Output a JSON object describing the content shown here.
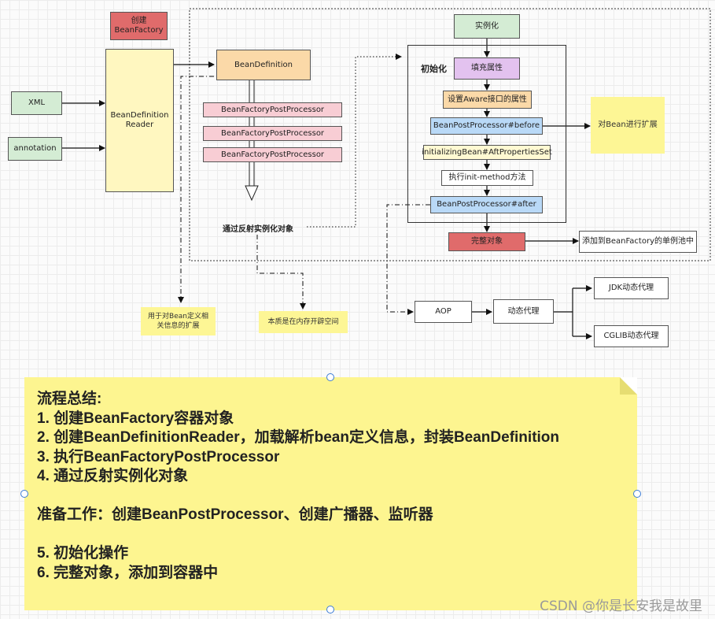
{
  "nodes": {
    "create_factory": "创建\nBeanFactory",
    "xml": "XML",
    "annotation": "annotation",
    "reader": "BeanDefinition\nReader",
    "bean_definition": "BeanDefinition",
    "post_processors": [
      "BeanFactoryPostProcessor",
      "BeanFactoryPostProcessor",
      "BeanFactoryPostProcessor"
    ],
    "reflect_instantiate": "通过反射实例化对象",
    "instantiate": "实例化",
    "init_title": "初始化",
    "fill_props": "填充属性",
    "set_aware": "设置Aware接口的属性",
    "bpp_before": "BeanPostProcessor#before",
    "initializing_bean": "initializingBean#AftPropertiesSet",
    "init_method": "执行init-method方法",
    "bpp_after": "BeanPostProcessor#after",
    "complete_object": "完整对象",
    "add_to_pool": "添加到BeanFactory的单例池中",
    "aop": "AOP",
    "dynamic_proxy": "动态代理",
    "jdk_proxy": "JDK动态代理",
    "cglib_proxy": "CGLIB动态代理"
  },
  "notes": {
    "extend_bean": "对Bean进行扩展",
    "extend_definition": "用于对Bean定义相\n关信息的扩展",
    "memory": "本质是在内存开辟空间"
  },
  "summary": {
    "lines": [
      "流程总结:",
      "1. 创建BeanFactory容器对象",
      "2. 创建BeanDefinitionReader，加载解析bean定义信息，封装BeanDefinition",
      "3. 执行BeanFactoryPostProcessor",
      "4. 通过反射实例化对象",
      "",
      "准备工作：创建BeanPostProcessor、创建广播器、监听器",
      "",
      "5. 初始化操作",
      "6. 完整对象，添加到容器中"
    ]
  },
  "watermark": "CSDN @你是长安我是故里",
  "colors": {
    "note_yellow": "#fdf695",
    "summary_yellow": "#fdf590",
    "complete_red": "#e06b6b",
    "handle_blue": "#3a7bd5"
  }
}
